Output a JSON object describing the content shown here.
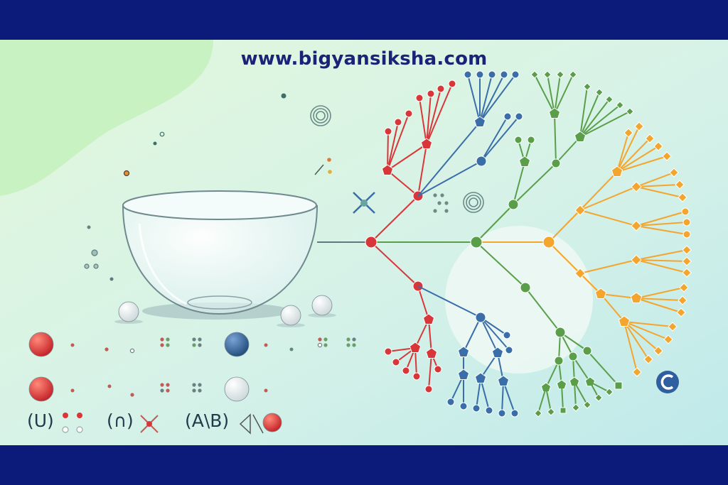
{
  "site": {
    "url": "www.bigyansiksha.com"
  },
  "set_labels": {
    "union": "(U)",
    "intersection": "(∩)",
    "difference": "(A\\B)"
  },
  "colors": {
    "band": "#0c1a7a",
    "url_text": "#1a2378",
    "bg_light": "#dff7df",
    "bg_blob": "#c9f1c4",
    "red": "#d9363a",
    "blue": "#3a6ea8",
    "green": "#5a9e4a",
    "orange": "#f3a52e",
    "hub": "#6b8a6e",
    "bowl_stroke": "#6f8a8f",
    "logo": "#2f5f9e"
  },
  "icons": {
    "bowl": "glass-bowl-icon",
    "tree": "branching-tree-icon",
    "logo": "c-logo-icon"
  }
}
